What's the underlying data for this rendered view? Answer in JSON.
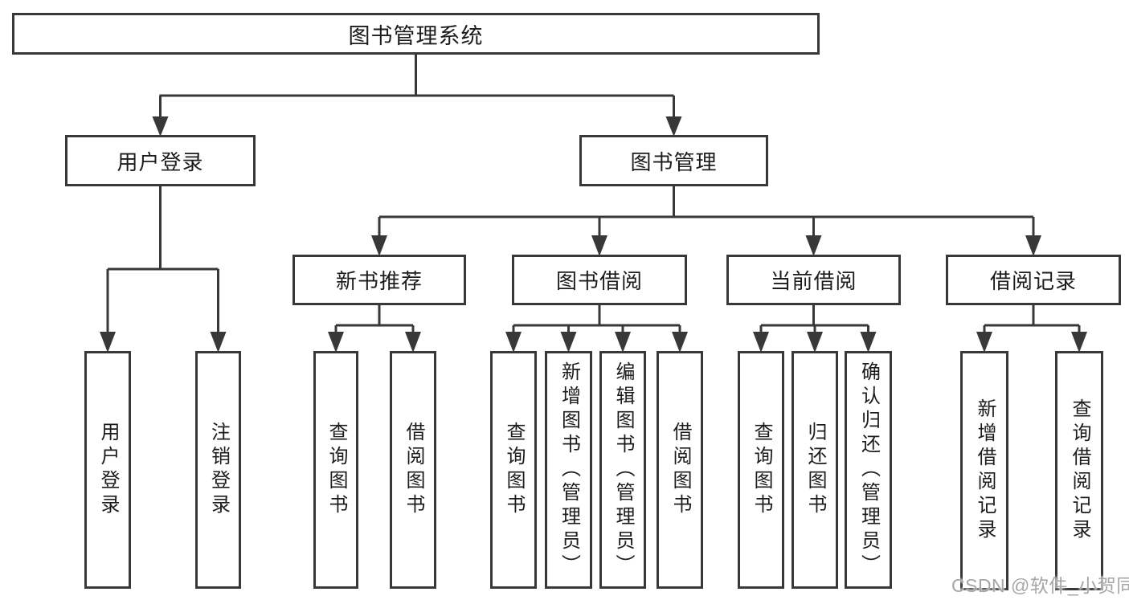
{
  "diagram_title": "图书管理系统",
  "tree": {
    "label": "图书管理系统",
    "children": [
      {
        "label": "用户登录",
        "children": [
          {
            "label": "用户登录"
          },
          {
            "label": "注销登录"
          }
        ]
      },
      {
        "label": "图书管理",
        "children": [
          {
            "label": "新书推荐",
            "children": [
              {
                "label": "查询图书"
              },
              {
                "label": "借阅图书"
              }
            ]
          },
          {
            "label": "图书借阅",
            "children": [
              {
                "label": "查询图书"
              },
              {
                "label": "新增图书（管理员）"
              },
              {
                "label": "编辑图书（管理员）"
              },
              {
                "label": "借阅图书"
              }
            ]
          },
          {
            "label": "当前借阅",
            "children": [
              {
                "label": "查询图书"
              },
              {
                "label": "归还图书"
              },
              {
                "label": "确认归还（管理员）"
              }
            ]
          },
          {
            "label": "借阅记录",
            "children": [
              {
                "label": "新增借阅记录"
              },
              {
                "label": "查询借阅记录"
              }
            ]
          }
        ]
      }
    ]
  },
  "watermark": {
    "text": "CSDN @软件_小贺同学"
  },
  "colors": {
    "background": "#ffffff",
    "box_fill": "#ffffff",
    "box_border": "#383838",
    "line": "#383838",
    "text": "#1c1c1c",
    "watermark": "#a6a6a6"
  }
}
